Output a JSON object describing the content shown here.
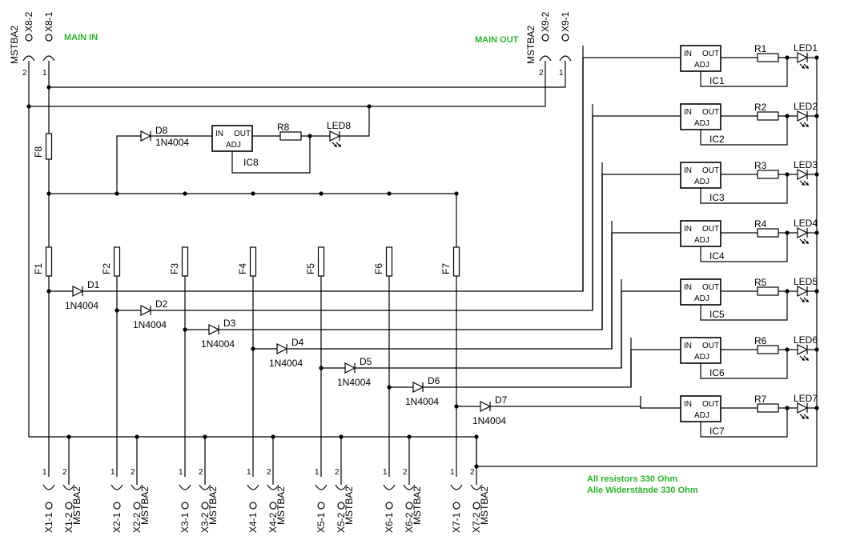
{
  "colors": {
    "annotation": "#2ab52a",
    "wire": "#000000"
  },
  "annotations": {
    "main_in": "MAIN IN",
    "main_out": "MAIN OUT",
    "note_en": "All resistors 330 Ohm",
    "note_de": "Alle Widerstände 330 Ohm"
  },
  "connectors": {
    "top": [
      {
        "pin2": "X8-2",
        "pin1": "X8-1",
        "type": "MSTBA2",
        "n2": "2",
        "n1": "1"
      },
      {
        "pin2": "X9-2",
        "pin1": "X9-1",
        "type": "MSTBA2",
        "n2": "2",
        "n1": "1"
      }
    ],
    "bottom": [
      {
        "pin1": "X1-1",
        "pin2": "X1-2",
        "type": "MSTBA2",
        "n1": "1",
        "n2": "2"
      },
      {
        "pin1": "X2-1",
        "pin2": "X2-2",
        "type": "MSTBA2",
        "n1": "1",
        "n2": "2"
      },
      {
        "pin1": "X3-1",
        "pin2": "X3-2",
        "type": "MSTBA2",
        "n1": "1",
        "n2": "2"
      },
      {
        "pin1": "X4-1",
        "pin2": "X4-2",
        "type": "MSTBA2",
        "n1": "1",
        "n2": "2"
      },
      {
        "pin1": "X5-1",
        "pin2": "X5-2",
        "type": "MSTBA2",
        "n1": "1",
        "n2": "2"
      },
      {
        "pin1": "X6-1",
        "pin2": "X6-2",
        "type": "MSTBA2",
        "n1": "1",
        "n2": "2"
      },
      {
        "pin1": "X7-1",
        "pin2": "X7-2",
        "type": "MSTBA2",
        "n1": "1",
        "n2": "2"
      }
    ]
  },
  "fuses": [
    "F8",
    "F1",
    "F2",
    "F3",
    "F4",
    "F5",
    "F6",
    "F7"
  ],
  "diodes": [
    {
      "name": "D8",
      "part": "1N4004"
    },
    {
      "name": "D1",
      "part": "1N4004"
    },
    {
      "name": "D2",
      "part": "1N4004"
    },
    {
      "name": "D3",
      "part": "1N4004"
    },
    {
      "name": "D4",
      "part": "1N4004"
    },
    {
      "name": "D5",
      "part": "1N4004"
    },
    {
      "name": "D6",
      "part": "1N4004"
    },
    {
      "name": "D7",
      "part": "1N4004"
    }
  ],
  "regulators": [
    {
      "name": "IC8",
      "in": "IN",
      "out": "OUT",
      "adj": "ADJ",
      "resistor": "R8",
      "led": "LED8"
    },
    {
      "name": "IC1",
      "in": "IN",
      "out": "OUT",
      "adj": "ADJ",
      "resistor": "R1",
      "led": "LED1"
    },
    {
      "name": "IC2",
      "in": "IN",
      "out": "OUT",
      "adj": "ADJ",
      "resistor": "R2",
      "led": "LED2"
    },
    {
      "name": "IC3",
      "in": "IN",
      "out": "OUT",
      "adj": "ADJ",
      "resistor": "R3",
      "led": "LED3"
    },
    {
      "name": "IC4",
      "in": "IN",
      "out": "OUT",
      "adj": "ADJ",
      "resistor": "R4",
      "led": "LED4"
    },
    {
      "name": "IC5",
      "in": "IN",
      "out": "OUT",
      "adj": "ADJ",
      "resistor": "R5",
      "led": "LED5"
    },
    {
      "name": "IC6",
      "in": "IN",
      "out": "OUT",
      "adj": "ADJ",
      "resistor": "R6",
      "led": "LED6"
    },
    {
      "name": "IC7",
      "in": "IN",
      "out": "OUT",
      "adj": "ADJ",
      "resistor": "R7",
      "led": "LED7"
    }
  ]
}
